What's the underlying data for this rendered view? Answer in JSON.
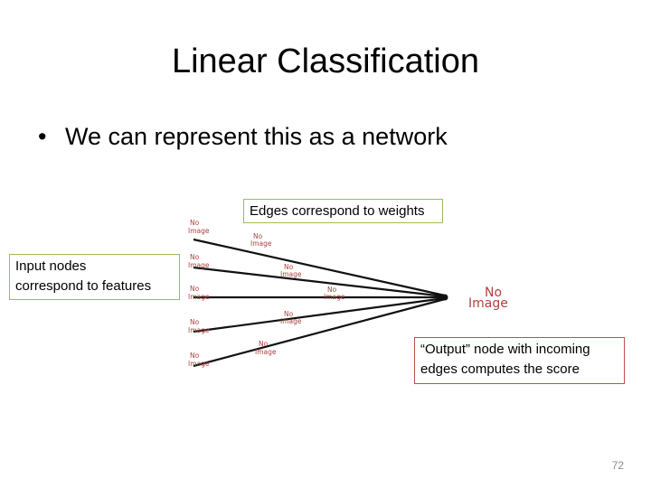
{
  "slide": {
    "title": "Linear Classification",
    "bullet": "We can represent this as a network",
    "page_number": "72"
  },
  "callouts": {
    "edges": "Edges correspond to weights",
    "inputs_line1": "Input nodes",
    "inputs_line2": "correspond to features",
    "output_line1": "“Output” node with incoming",
    "output_line2": "edges computes the score"
  },
  "placeholders": {
    "small_line1": "No",
    "small_line2": "Image",
    "large_line1": "No",
    "large_line2": "Image"
  },
  "colors": {
    "input_callout_border": "#9bbb59",
    "edges_callout_border": "#9bbb59",
    "output_callout_border": "#c0504d",
    "placeholder_text": "#b04040"
  }
}
